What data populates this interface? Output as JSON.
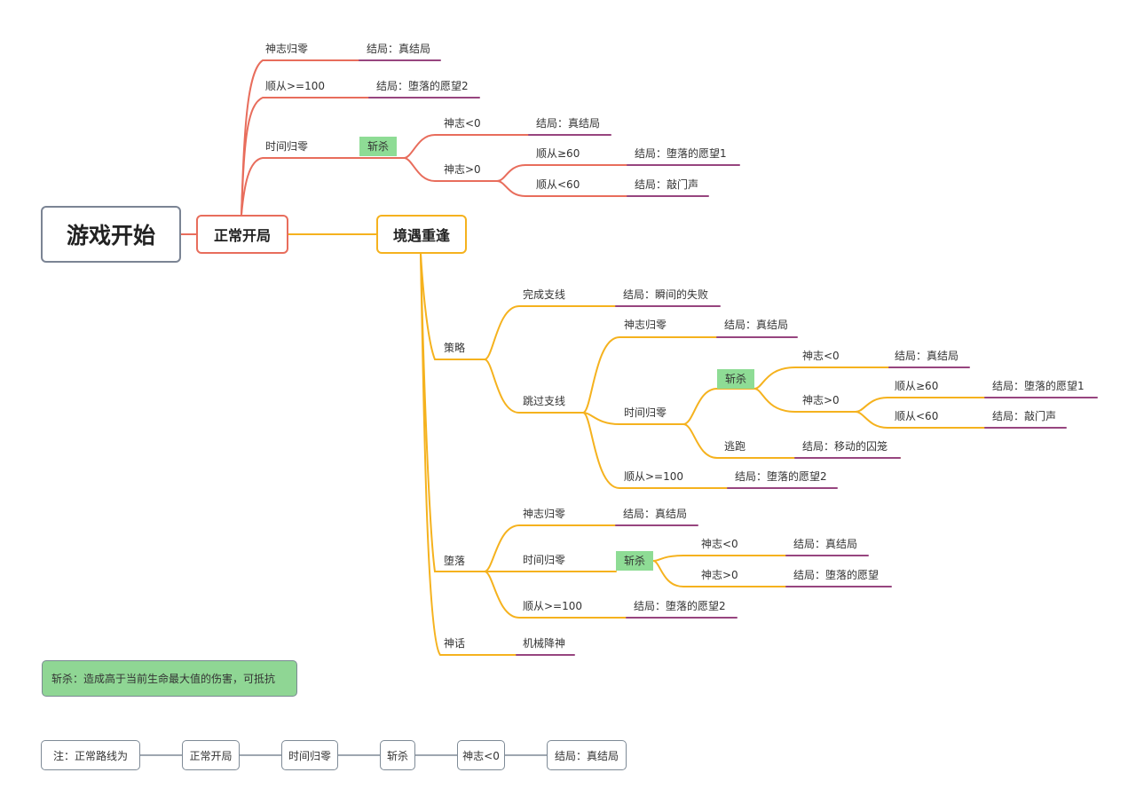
{
  "root": "游戏开始",
  "normal_start": {
    "label": "正常开局",
    "branches": {
      "will_zero": {
        "label": "神志归零",
        "ending": "结局：真结局"
      },
      "obey100": {
        "label": "顺从>=100",
        "ending": "结局：堕落的愿望2"
      },
      "time_zero": {
        "label": "时间归零",
        "tag": "斩杀",
        "will_lt0": {
          "label": "神志<0",
          "ending": "结局：真结局"
        },
        "will_gt0": {
          "label": "神志>0",
          "obey_ge60": {
            "label": "顺从≥60",
            "ending": "结局：堕落的愿望1"
          },
          "obey_lt60": {
            "label": "顺从<60",
            "ending": "结局：敲门声"
          }
        }
      }
    }
  },
  "reunion": {
    "label": "境遇重逢",
    "strategy": {
      "label": "策略",
      "complete": {
        "label": "完成支线",
        "ending": "结局：瞬间的失败"
      },
      "skip": {
        "label": "跳过支线",
        "will_zero": {
          "label": "神志归零",
          "ending": "结局：真结局"
        },
        "time_zero": {
          "label": "时间归零",
          "tag": "斩杀",
          "will_lt0": {
            "label": "神志<0",
            "ending": "结局：真结局"
          },
          "will_gt0": {
            "label": "神志>0",
            "obey_ge60": {
              "label": "顺从≥60",
              "ending": "结局：堕落的愿望1"
            },
            "obey_lt60": {
              "label": "顺从<60",
              "ending": "结局：敲门声"
            }
          },
          "escape": {
            "label": "逃跑",
            "ending": "结局：移动的囚笼"
          }
        },
        "obey100": {
          "label": "顺从>=100",
          "ending": "结局：堕落的愿望2"
        }
      }
    },
    "fall": {
      "label": "堕落",
      "will_zero": {
        "label": "神志归零",
        "ending": "结局：真结局"
      },
      "time_zero": {
        "label": "时间归零",
        "tag": "斩杀",
        "will_lt0": {
          "label": "神志<0",
          "ending": "结局：真结局"
        },
        "will_gt0": {
          "label": "神志>0",
          "ending": "结局：堕落的愿望"
        }
      },
      "obey100": {
        "label": "顺从>=100",
        "ending": "结局：堕落的愿望2"
      }
    },
    "myth": {
      "label": "神话",
      "ending": "机械降神"
    }
  },
  "note": "斩杀：造成高于当前生命最大值的伤害，可抵抗",
  "path": [
    "注：正常路线为",
    "正常开局",
    "时间归零",
    "斩杀",
    "神志<0",
    "结局：真结局"
  ],
  "colors": {
    "red": "#e86d5c",
    "orange": "#f5b21e",
    "purple": "#97457f",
    "tag": "#8edc95",
    "gray": "#7b8494"
  }
}
